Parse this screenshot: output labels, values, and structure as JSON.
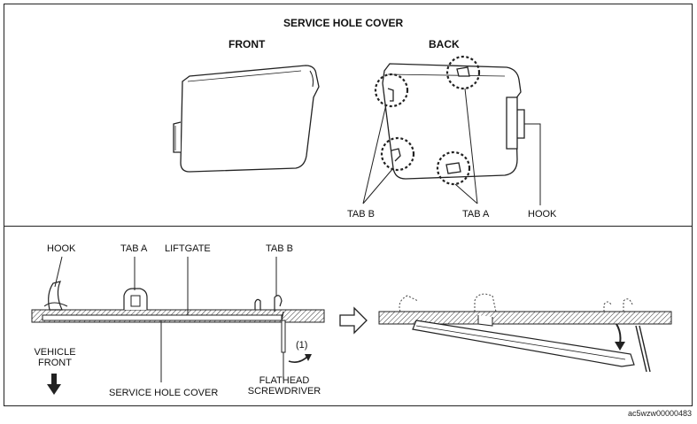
{
  "title": "SERVICE HOLE COVER",
  "top": {
    "front_label": "FRONT",
    "back_label": "BACK",
    "tab_b_label": "TAB B",
    "tab_a_label": "TAB A",
    "hook_label": "HOOK"
  },
  "bottom": {
    "hook_label": "HOOK",
    "tab_a_label": "TAB A",
    "liftgate_label": "LIFTGATE",
    "tab_b_label": "TAB B",
    "vehicle_front_line1": "VEHICLE",
    "vehicle_front_line2": "FRONT",
    "service_hole_cover_label": "SERVICE HOLE COVER",
    "screwdriver_line1": "FLATHEAD",
    "screwdriver_line2": "SCREWDRIVER",
    "step_marker": "(1)"
  },
  "footer_code": "ac5wzw00000483"
}
